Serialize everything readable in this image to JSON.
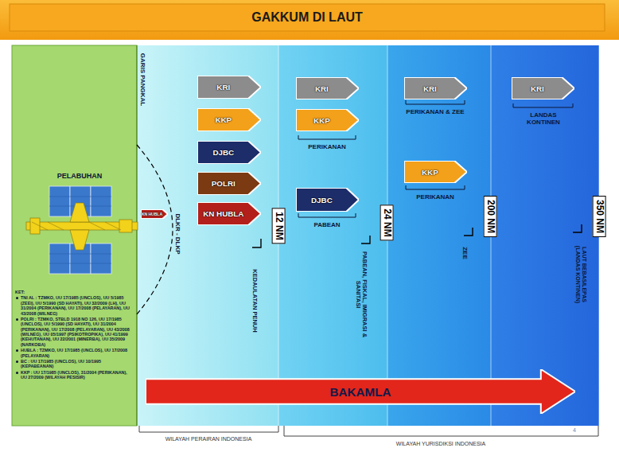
{
  "diagram": {
    "title": "GAKKUM DI LAUT",
    "nodes": [
      {
        "text": [
          "KN HUBLA"
        ]
      },
      {
        "text": [
          "KRI"
        ]
      },
      {
        "text": [
          "KKP"
        ]
      },
      {
        "text": [
          "DJBC"
        ]
      },
      {
        "text": [
          "POLRI"
        ]
      },
      {
        "text": [
          "KN HUBLA"
        ]
      },
      {
        "text": [
          "KRI"
        ]
      },
      {
        "text": [
          "KKP"
        ]
      },
      {
        "text": [
          "DJBC"
        ]
      },
      {
        "text": [
          "KRI"
        ]
      },
      {
        "text": [
          "KKP"
        ]
      },
      {
        "text": [
          "KRI"
        ]
      },
      {
        "text": [
          "BAKAMLA"
        ]
      }
    ],
    "labels": [
      "GARIS PANGKAL",
      "PELABUHAN",
      "DLKR - DLKP",
      "12 NM",
      "KEDAULATAN PENUH",
      "PERIKANAN",
      "PABEAN",
      "24 NM",
      "PABEAN, FISKAL, IMIGRASI & SANITASI",
      "PERIKANAN & ZEE",
      "PERIKANAN",
      "200 NM",
      "ZEE",
      "LANDAS KONTINEN",
      "350 NM",
      "LAUT BEBAS/LEPAS (LANDAS KONTINEN)",
      "KET:",
      "TNI AL : TZMKO, UU 17/1985 (UNCLOS), UU 5/1985 (ZEEI), UU 5/1990 (SD HAYATI), UU 32/2009 (LH), UU 31/2004 (PERIKANAN), UU 17/2008 (PELAYARAN), UU 43/2008 (WILNEG)",
      "POLRI : TZMKO, STBLD 1918 NO 126, UU 17/1985 (UNCLOS), UU 5/1990 (SD HAYATI), UU 31/2004 (PERIKANAN), UU 17/2008 (PELAYARAN), UU 43/2008 (WILNEG), UU 05/1997 (PSIKOTROPIKA), UU 41/1999 (KEHUTANAN), UU 22/2001 (MINERBA), UU 35/2009 (NARKOBA)",
      "HUBLA : TZMKO, UU 17/1985 (UNCLOS), UU 17/2008 (PELAYARAN)",
      "BC : UU 17/1985 (UNCLOS), UU 10/1995 (KEPABEANAN)",
      "KKP : UU 17/1985 (UNCLOS), 31/2004 (PERIKANAN), UU 27/2009 (WILAYAH PESISIR)",
      "WILAYAH PERAIRAN INDONESIA",
      "WILAYAH YURISDIKSI INDONESIA",
      "4"
    ]
  }
}
